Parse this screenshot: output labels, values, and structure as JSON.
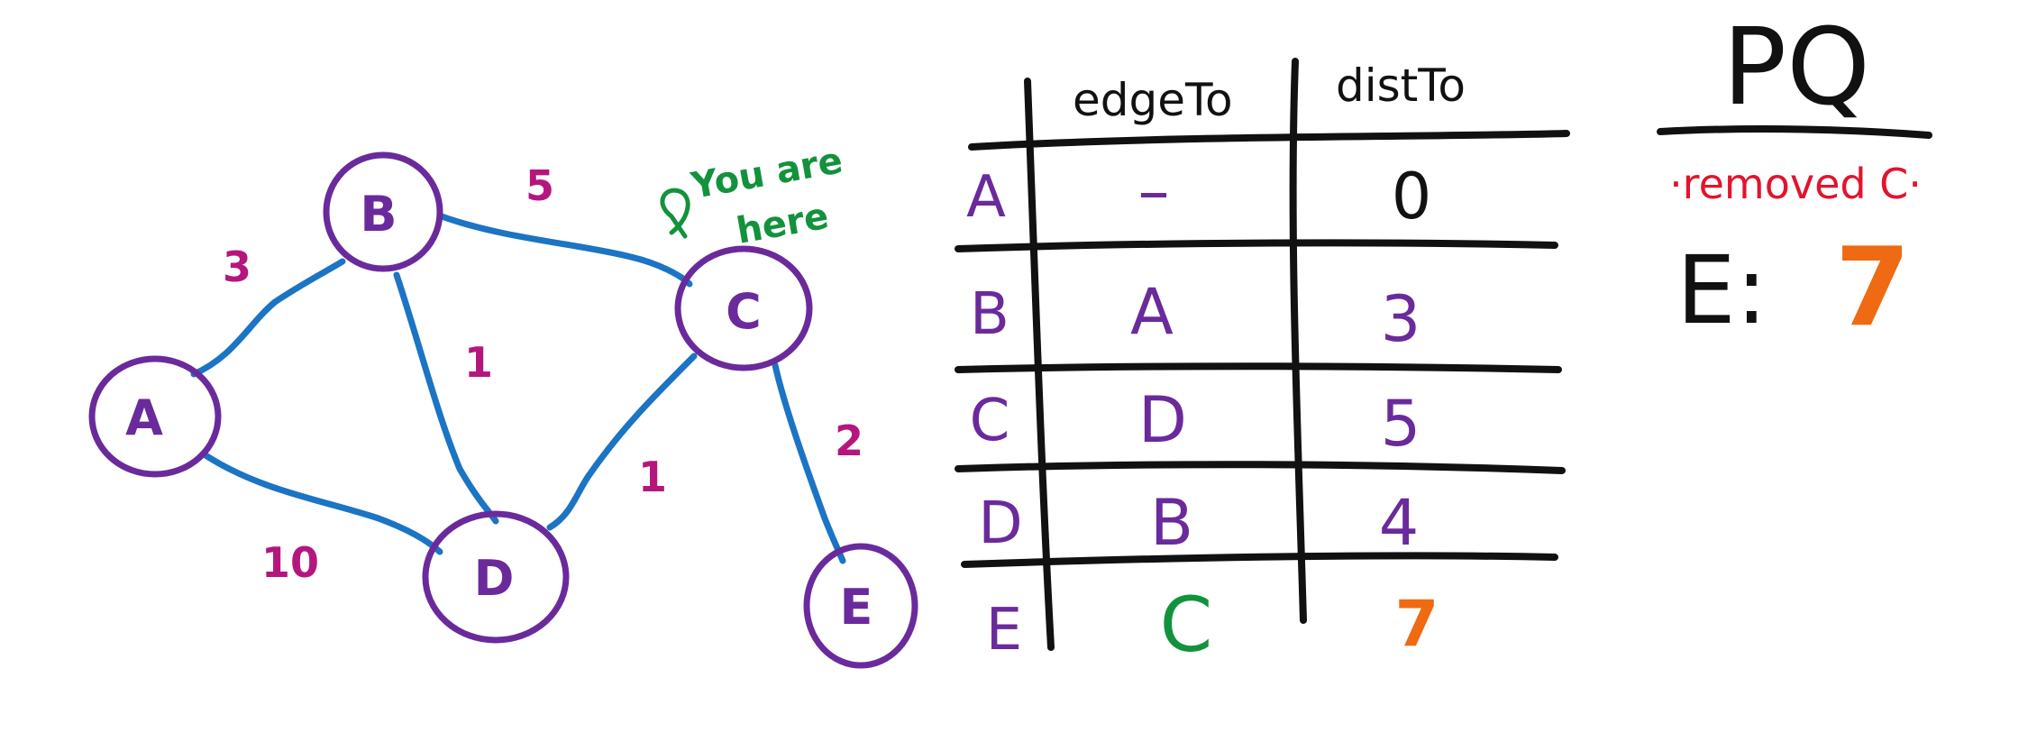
{
  "graph": {
    "nodes": [
      {
        "id": "A",
        "label": "A"
      },
      {
        "id": "B",
        "label": "B"
      },
      {
        "id": "C",
        "label": "C"
      },
      {
        "id": "D",
        "label": "D"
      },
      {
        "id": "E",
        "label": "E"
      }
    ],
    "edges": [
      {
        "from": "A",
        "to": "B",
        "weight": "3"
      },
      {
        "from": "B",
        "to": "C",
        "weight": "5"
      },
      {
        "from": "B",
        "to": "D",
        "weight": "1"
      },
      {
        "from": "A",
        "to": "D",
        "weight": "10"
      },
      {
        "from": "D",
        "to": "C",
        "weight": "1"
      },
      {
        "from": "C",
        "to": "E",
        "weight": "2"
      }
    ],
    "annotation": {
      "line1": "You are",
      "line2": "here"
    }
  },
  "table": {
    "headers": {
      "edgeTo": "edgeTo",
      "distTo": "distTo"
    },
    "rows": [
      {
        "vertex": "A",
        "edgeTo": "–",
        "distTo": "0"
      },
      {
        "vertex": "B",
        "edgeTo": "A",
        "distTo": "3"
      },
      {
        "vertex": "C",
        "edgeTo": "D",
        "distTo": "5"
      },
      {
        "vertex": "D",
        "edgeTo": "B",
        "distTo": "4"
      },
      {
        "vertex": "E",
        "edgeTo": "C",
        "distTo": "7"
      }
    ]
  },
  "pq": {
    "title": "PQ",
    "note": "·removed C·",
    "entry_key": "E:",
    "entry_value": "7"
  },
  "colors": {
    "node": "#6a2a9c",
    "edge": "#1b74c4",
    "weight": "#b5167e",
    "annotation": "#12923c",
    "ink": "#111111",
    "removed": "#e2142d",
    "updated": "#ef6a12"
  }
}
